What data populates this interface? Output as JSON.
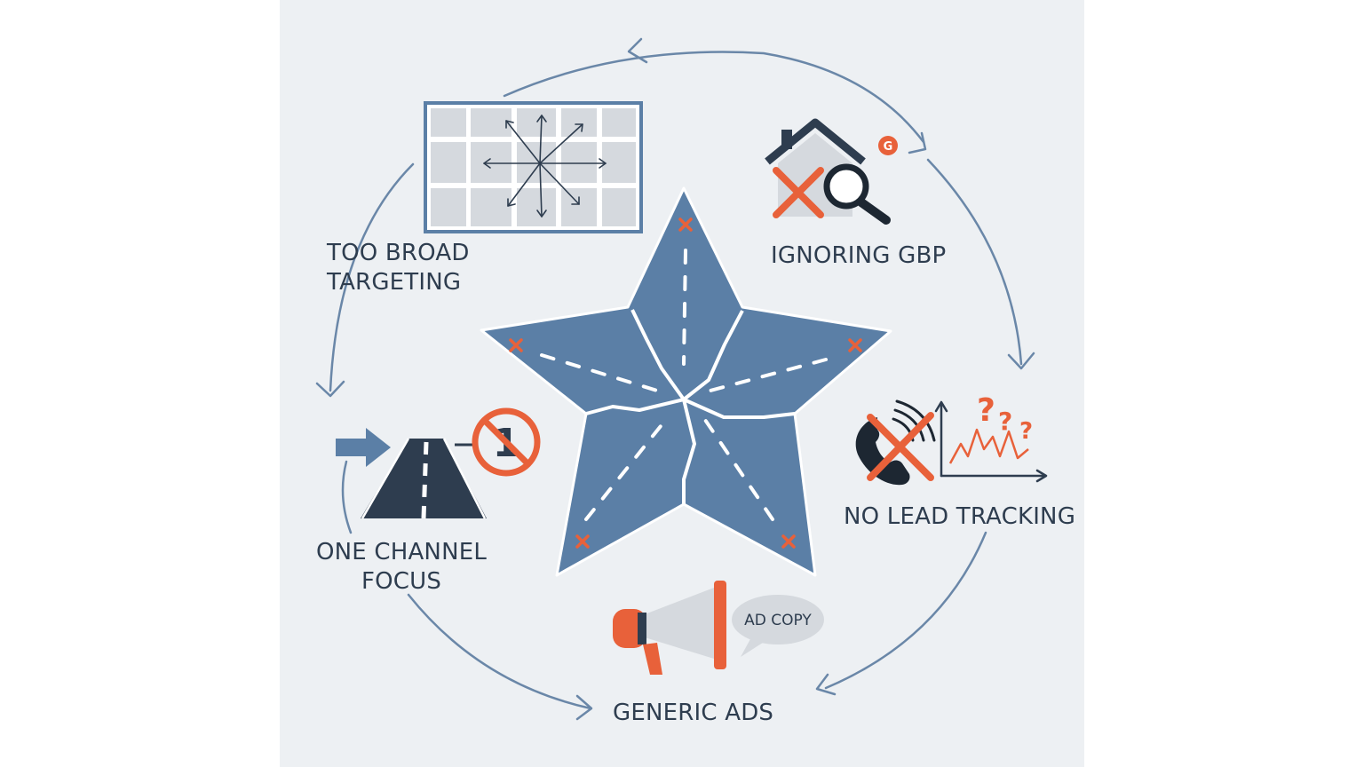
{
  "colors": {
    "background": "#edf0f3",
    "navy": "#2e3d4f",
    "steel_blue": "#5b7fa6",
    "cycle_blue": "#6a87a8",
    "accent_orange": "#e8613a",
    "light_gray": "#d5d9de"
  },
  "center": {
    "icon": "broken-star-road-icon"
  },
  "nodes": {
    "too_broad": {
      "line1": "TOO BROAD",
      "line2": "TARGETING",
      "icon": "map-grid-arrows-icon"
    },
    "ignoring_gbp": {
      "line1": "IGNORING GBP",
      "icon": "house-magnifier-x-icon",
      "badge": "G"
    },
    "no_lead": {
      "line1": "NO LEAD TRACKING",
      "icon": "phone-x-chart-question-icon"
    },
    "generic_ads": {
      "line1": "GENERIC ADS",
      "icon": "megaphone-icon",
      "bubble": "AD COPY"
    },
    "one_channel": {
      "line1": "ONE CHANNEL",
      "line2": "FOCUS",
      "icon": "road-no-one-icon",
      "badge": "1"
    }
  }
}
